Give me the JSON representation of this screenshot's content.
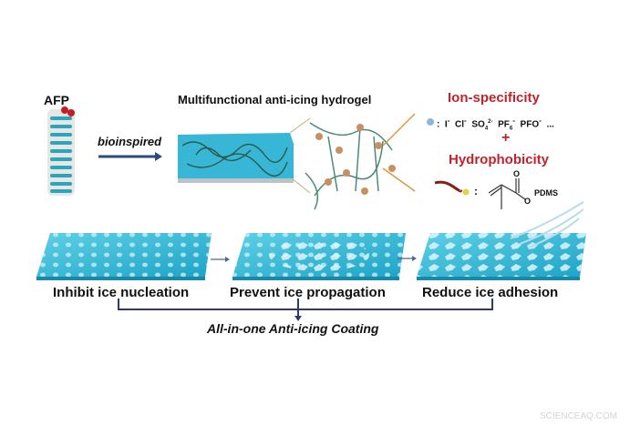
{
  "top": {
    "afp_label": "AFP",
    "bioinspired_label": "bioinspired",
    "hydrogel_title": "Multifunctional anti-icing hydrogel",
    "ion_specificity_label": "Ion-specificity",
    "ion_list": [
      "I",
      "Cl",
      "SO",
      "PF",
      "PFO",
      "..."
    ],
    "plus_label": "+",
    "hydrophobicity_label": "Hydrophobicity",
    "pdms_label": "PDMS",
    "colon": ":"
  },
  "bottom": {
    "steps": [
      "Inhibit ice nucleation",
      "Prevent ice propagation",
      "Reduce ice adhesion"
    ],
    "conclusion": "All-in-one Anti-icing Coating"
  },
  "watermark": "SCIENCEAQ.COM",
  "colors": {
    "accent_red": "#c0232b",
    "ice_blue": "#2cb5d2",
    "arrow_navy": "#2d4a7a",
    "text": "#111111"
  }
}
